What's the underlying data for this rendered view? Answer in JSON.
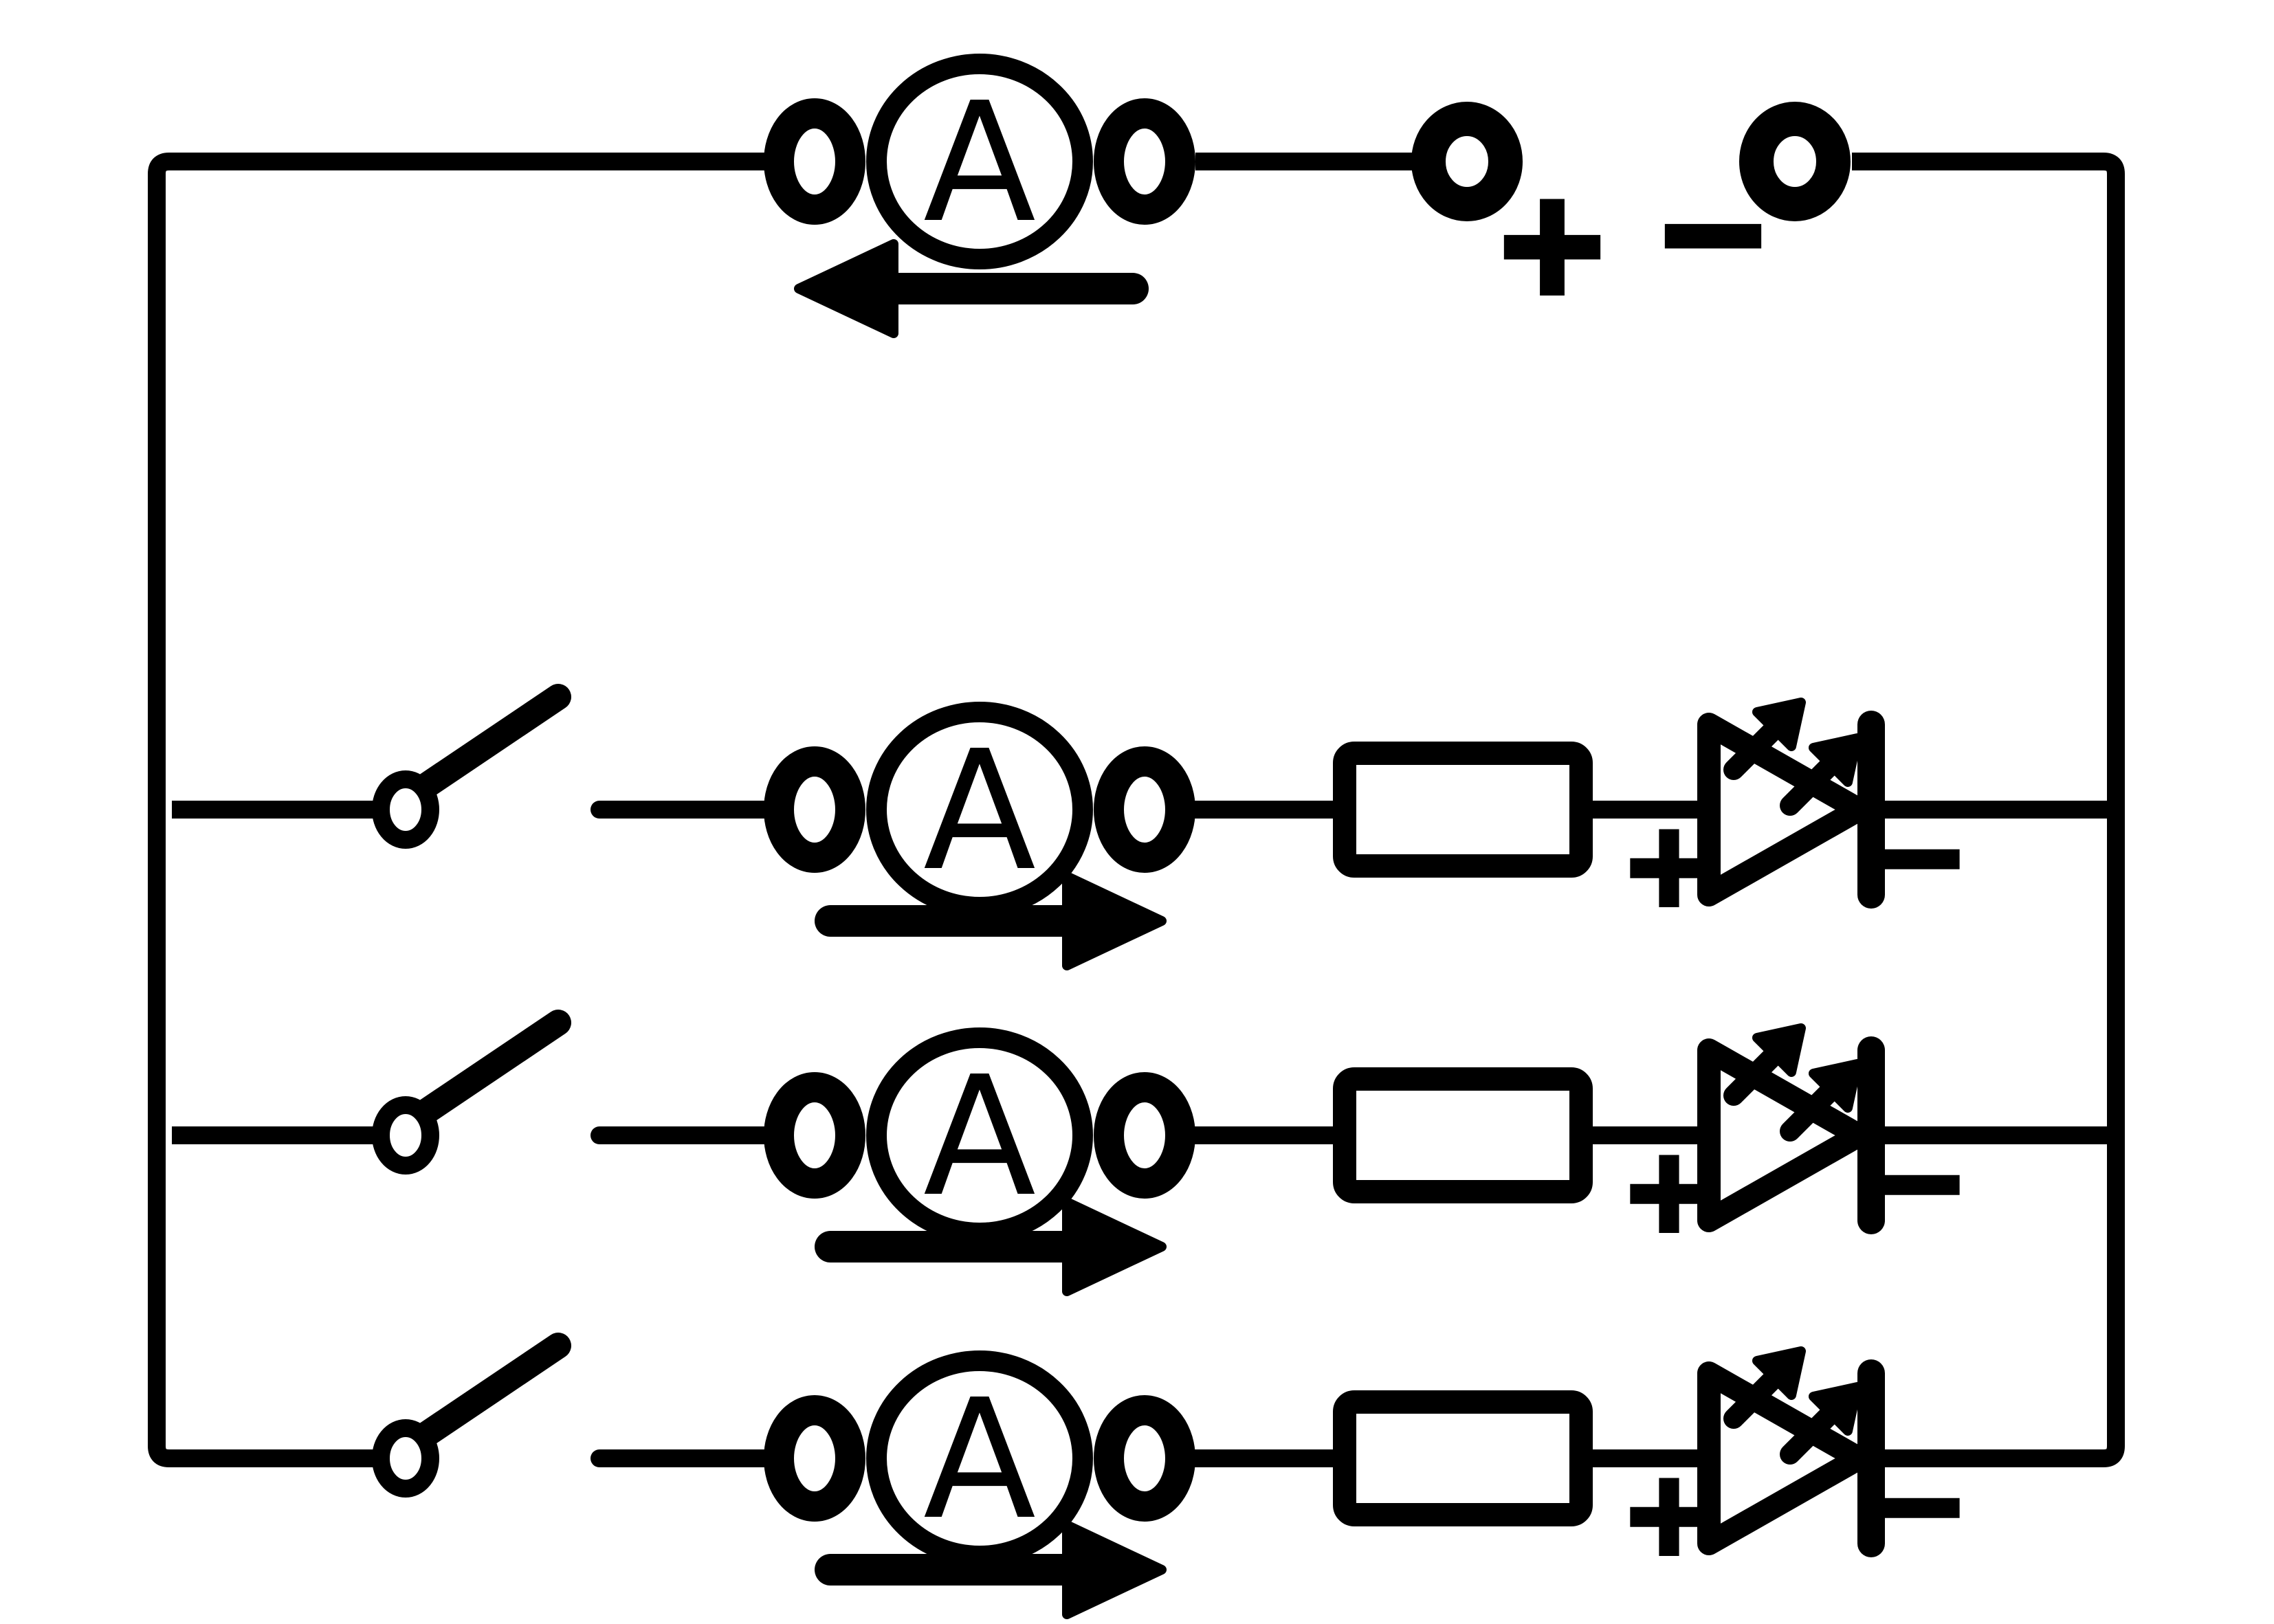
{
  "colors": {
    "ink": "#000000",
    "background": "#ffffff"
  },
  "circuit": {
    "description": "Parallel circuit: a source and main ammeter on the top rail feed three switched branches, each with its own ammeter, resistor and LED",
    "main_rail": {
      "ammeter_label": "A",
      "current_arrow_direction": "left",
      "source": {
        "positive_label": "+",
        "negative_label": "−"
      }
    },
    "branches": [
      {
        "name": "branch-1",
        "switch_state": "open",
        "ammeter_label": "A",
        "current_arrow_direction": "right",
        "led": {
          "anode_label": "+",
          "cathode_label": "−"
        }
      },
      {
        "name": "branch-2",
        "switch_state": "open",
        "ammeter_label": "A",
        "current_arrow_direction": "right",
        "led": {
          "anode_label": "+",
          "cathode_label": "−"
        }
      },
      {
        "name": "branch-3",
        "switch_state": "open",
        "ammeter_label": "A",
        "current_arrow_direction": "right",
        "led": {
          "anode_label": "+",
          "cathode_label": "−"
        }
      }
    ]
  }
}
